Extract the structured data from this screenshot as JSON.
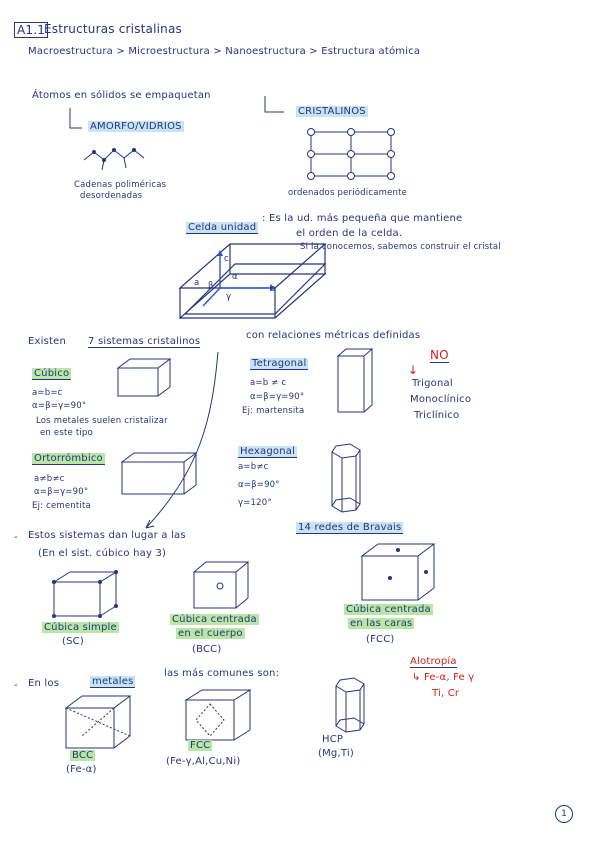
{
  "header": {
    "number": "A1.1",
    "title": "Estructuras cristalinas"
  },
  "scale_line": "Macroestructura > Microestructura > Nanoestructura > Estructura atómica",
  "intro": "Átomos en sólidos se empaquetan",
  "amorfo": {
    "label": "AMORFO/VIDRIOS",
    "note1": "Cadenas poliméricas",
    "note2": "desordenadas"
  },
  "cristalinos": {
    "label": "CRISTALINOS",
    "note": "ordenados periódicamente"
  },
  "celda": {
    "label": "Celda unidad",
    "line1": ": Es la ud. más pequeña que mantiene",
    "line2": "el orden de la celda.",
    "line3": "Si la conocemos, sabemos construir el cristal",
    "axes": {
      "c": "c",
      "a": "a",
      "b": "b",
      "alpha": "α",
      "beta": "β",
      "gamma": "γ"
    }
  },
  "systems_intro": {
    "pre": "Existen",
    "highlight": "7 sistemas cristalinos",
    "post": "con relaciones métricas definidas"
  },
  "cubico": {
    "label": "Cúbico",
    "r1": "a=b=c",
    "r2": "α=β=γ=90°",
    "n1": "Los metales suelen cristalizar",
    "n2": "en este tipo"
  },
  "tetragonal": {
    "label": "Tetragonal",
    "r1": "a=b ≠ c",
    "r2": "α=β=γ=90°",
    "n1": "Ej: martensita"
  },
  "no_list": {
    "label": "NO",
    "arrow": "↓",
    "items": [
      "Trigonal",
      "Monoclínico",
      "Triclínico"
    ]
  },
  "ortorrombico": {
    "label": "Ortorrómbico",
    "r1": "a≠b≠c",
    "r2": "α=β=γ=90°",
    "n1": "Ej: cementita"
  },
  "hexagonal": {
    "label": "Hexagonal",
    "r1": "a=b≠c",
    "r2": "α=β=90°",
    "r3": "γ=120°"
  },
  "bravais": {
    "dash": "-",
    "pre": "Estos sistemas dan lugar a las",
    "highlight": "14 redes de Bravais",
    "sub": "(En el sist. cúbico hay 3)",
    "sc": {
      "l1": "Cúbica simple",
      "l2": "(SC)"
    },
    "bcc": {
      "l1": "Cúbica centrada",
      "l2": "en el cuerpo",
      "l3": "(BCC)"
    },
    "fcc": {
      "l1": "Cúbica centrada",
      "l2": "en las caras",
      "l3": "(FCC)"
    }
  },
  "metales": {
    "dash": "-",
    "pre": "En los",
    "highlight": "metales",
    "post": "las más comunes son:",
    "bcc": {
      "l1": "BCC",
      "l2": "(Fe-α)"
    },
    "fcc": {
      "l1": "FCC",
      "l2": "(Fe-γ,Al,Cu,Ni)"
    },
    "hcp": {
      "l1": "HCP",
      "l2": "(Mg,Ti)"
    }
  },
  "alotropia": {
    "label": "Alotropía",
    "l1": "↳ Fe-α, Fe γ",
    "l2": "Ti, Cr"
  },
  "page_number": "1"
}
